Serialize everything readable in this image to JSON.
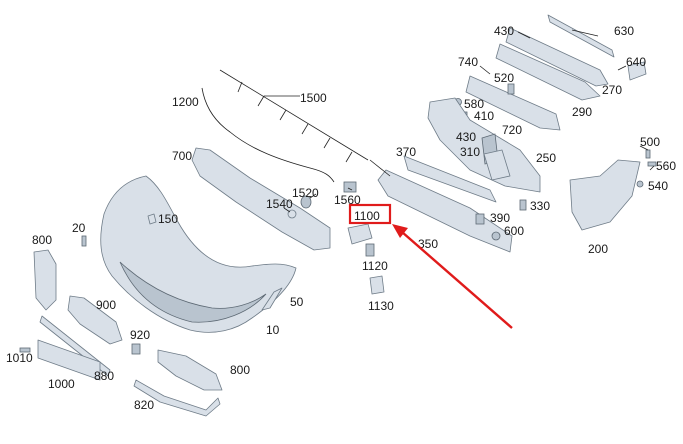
{
  "diagram": {
    "type": "exploded-parts-diagram",
    "colors": {
      "part_fill": "#d9e0e8",
      "part_stroke": "#6f7c88",
      "highlight": "#e01b1b"
    },
    "highlighted_label": "1100",
    "labels": {
      "l630": "630",
      "l430": "430",
      "l740": "740",
      "l640": "640",
      "l520": "520",
      "l270": "270",
      "l580": "580",
      "l410": "410",
      "l290": "290",
      "l1200": "1200",
      "l1500": "1500",
      "l720": "720",
      "l430b": "430",
      "l310": "310",
      "l370": "370",
      "l700": "700",
      "l250": "250",
      "l500": "500",
      "l560": "560",
      "l540": "540",
      "l1520": "1520",
      "l1560": "1560",
      "l1540": "1540",
      "l330": "330",
      "l1100": "1100",
      "l390": "390",
      "l150": "150",
      "l600": "600",
      "l20": "20",
      "l800": "800",
      "l350": "350",
      "l200": "200",
      "l1120": "1120",
      "l50": "50",
      "l900": "900",
      "l1130": "1130",
      "l10": "10",
      "l920": "920",
      "l1010": "1010",
      "l800b": "800",
      "l880": "880",
      "l1000": "1000",
      "l820": "820"
    }
  }
}
